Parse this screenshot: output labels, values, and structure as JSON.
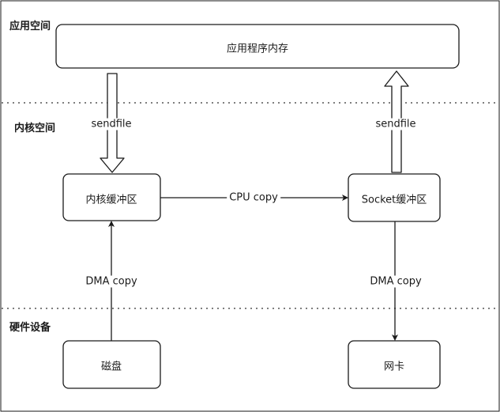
{
  "regions": {
    "user_space": "应用空间",
    "kernel_space": "内核空间",
    "hardware": "硬件设备"
  },
  "nodes": {
    "app_memory": "应用程序内存",
    "kernel_buffer": "内核缓冲区",
    "socket_buffer": "Socket缓冲区",
    "disk": "磁盘",
    "nic": "网卡"
  },
  "edges": {
    "sendfile_down": "sendfile",
    "sendfile_up": "sendfile",
    "cpu_copy": "CPU copy",
    "dma_copy_left": "DMA copy",
    "dma_copy_right": "DMA copy"
  },
  "colors": {
    "stroke": "#1a1a1a",
    "divider": "#555555",
    "background": "#ffffff"
  }
}
